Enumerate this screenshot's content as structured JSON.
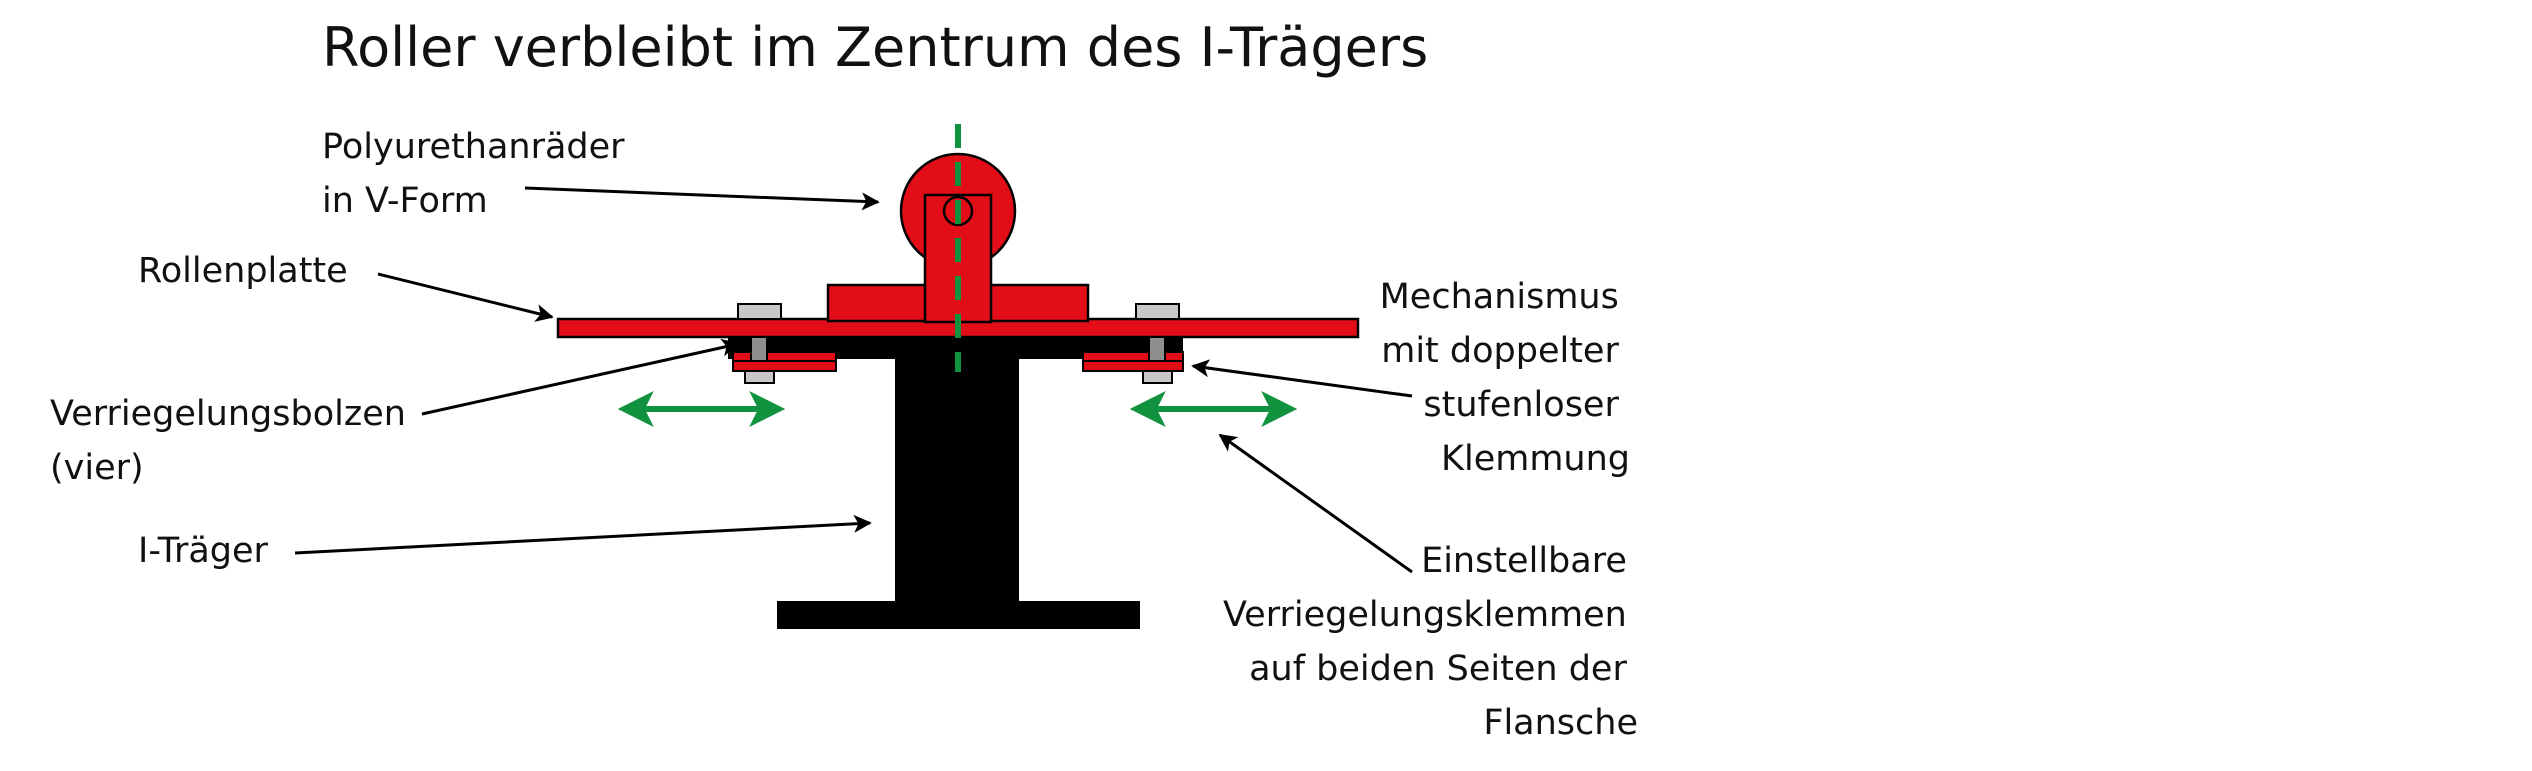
{
  "title": "Roller verbleibt im Zentrum des I-Trägers",
  "labels": {
    "wheels": [
      "Polyurethanräder",
      "in V-Form"
    ],
    "roller_plate": "Rollenplatte",
    "locking_bolts": [
      "Verriegelungsbolzen",
      "(vier)"
    ],
    "i_beam": "I-Träger",
    "mechanism": [
      "Mechanismus",
      "mit doppelter",
      "stufenloser",
      "Klemmung"
    ],
    "clamps": [
      "Einstellbare",
      "Verriegelungsklemmen",
      "auf beiden Seiten der",
      "Flansche"
    ]
  },
  "colors": {
    "roller_red": "#e30d17",
    "beam_black": "#000000",
    "centerline_green": "#11923f",
    "bolt_grey": "#c8c8c8",
    "arrow_black": "#000000"
  }
}
